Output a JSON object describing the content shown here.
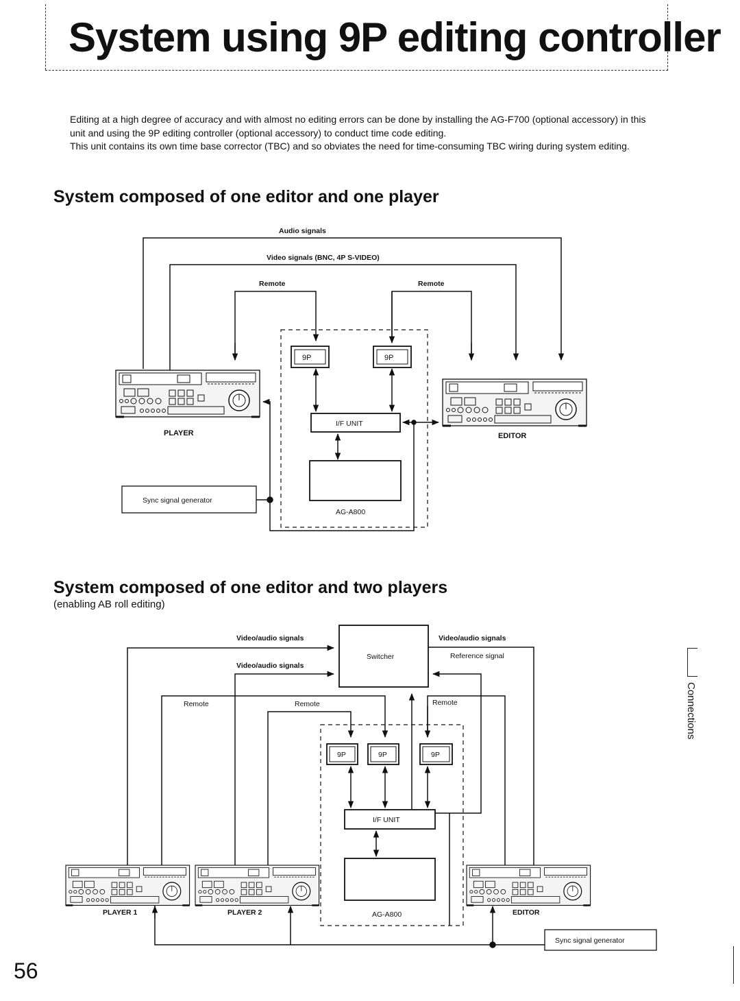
{
  "page": {
    "title": "System using 9P editing controller",
    "intro": [
      "Editing at a high degree of accuracy and with almost no editing errors can be done by installing the AG-F700 (optional accessory) in this unit and using the 9P editing controller (optional accessory) to conduct time code editing.",
      "This unit contains its own time base corrector (TBC) and so obviates the need for time-consuming TBC wiring during system editing."
    ],
    "section_tab": "Connections",
    "page_number": "56"
  },
  "section1": {
    "heading": "System composed of one editor and one player",
    "audio_label": "Audio signals",
    "video_label": "Video signals (BNC, 4P S-VIDEO)",
    "remote_left": "Remote",
    "remote_right": "Remote",
    "nine_p_left": "9P",
    "nine_p_right": "9P",
    "if_unit": "I/F UNIT",
    "player": "PLAYER",
    "editor": "EDITOR",
    "sync": "Sync signal generator",
    "controller": "AG-A800"
  },
  "section2": {
    "heading": "System composed of one editor and two players",
    "subtitle": "(enabling AB roll editing)",
    "va_left_1": "Video/audio signals",
    "va_left_2": "Video/audio signals",
    "va_right": "Video/audio signals",
    "reference": "Reference signal",
    "switcher": "Switcher",
    "remote_1": "Remote",
    "remote_2": "Remote",
    "remote_3": "Remote",
    "nine_p_1": "9P",
    "nine_p_2": "9P",
    "nine_p_3": "9P",
    "if_unit": "I/F UNIT",
    "player1": "PLAYER 1",
    "player2": "PLAYER 2",
    "editor": "EDITOR",
    "controller": "AG-A800",
    "sync": "Sync signal generator"
  }
}
